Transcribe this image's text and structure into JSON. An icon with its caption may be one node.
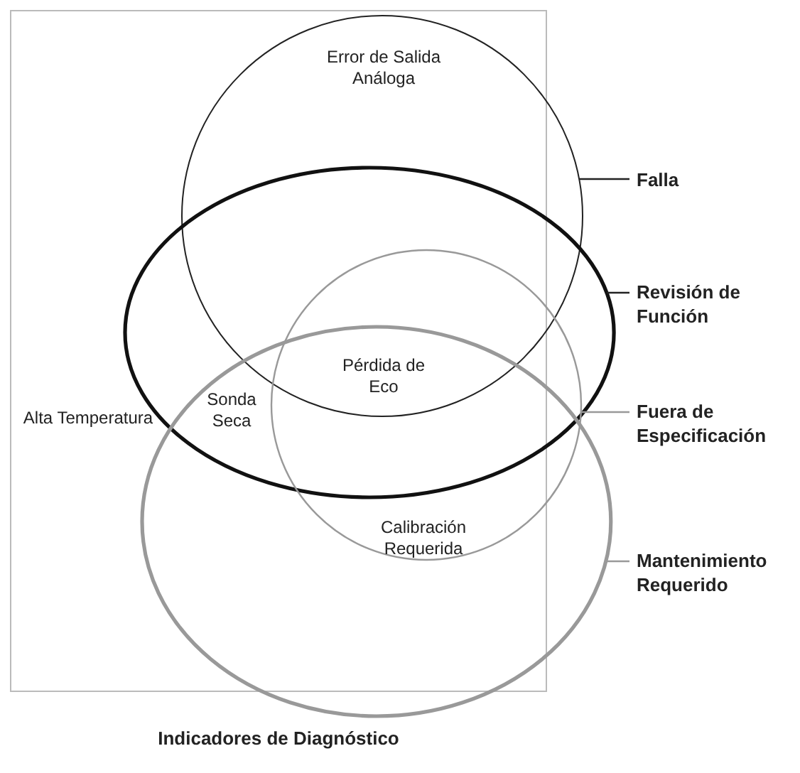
{
  "diagram": {
    "nodes": [
      {
        "text": [
          "Indicadores de Diagnóstico"
        ]
      },
      {
        "text": [],
        "shape": "circle"
      },
      {
        "text": [],
        "shape": "ellipse"
      },
      {
        "text": [],
        "shape": "circle"
      },
      {
        "text": [],
        "shape": "ellipse"
      },
      {
        "text": [
          "Falla"
        ]
      },
      {
        "text": [
          "Revisión de Función"
        ]
      },
      {
        "text": [
          "Fuera de Especificación"
        ]
      },
      {
        "text": [
          "Mantenimiento Requerido"
        ]
      }
    ],
    "edges": [
      {
        "from": 5,
        "to": 1,
        "arrow": "none"
      },
      {
        "from": 6,
        "to": 2,
        "arrow": "none"
      },
      {
        "from": 7,
        "to": 3,
        "arrow": "none",
        "color": "#999999"
      },
      {
        "from": 8,
        "to": 4,
        "arrow": "none",
        "color": "#999999"
      }
    ],
    "labels": [
      "Error de Salida Análoga",
      "Alta Temperatura",
      "Sonda Seca",
      "Pérdida de Eco",
      "Calibración Requerida"
    ]
  }
}
